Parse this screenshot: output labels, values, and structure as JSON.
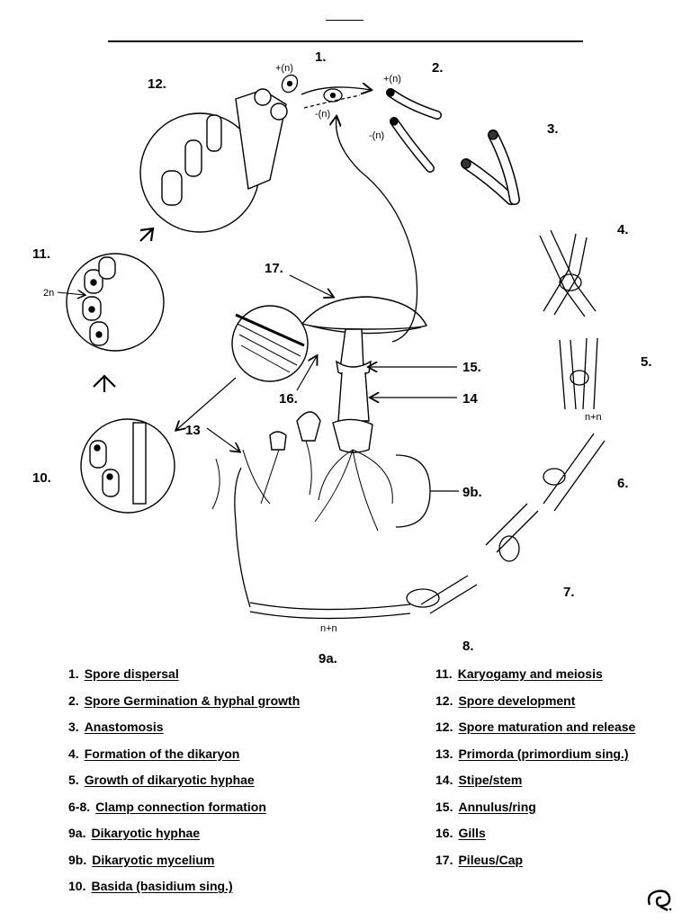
{
  "diagram": {
    "stage_labels": {
      "s1": "1.",
      "s2": "2.",
      "s3": "3.",
      "s4": "4.",
      "s5": "5.",
      "s6": "6.",
      "s7": "7.",
      "s8": "8.",
      "s9a": "9a.",
      "s9b": "9b.",
      "s10": "10.",
      "s11": "11.",
      "s12": "12.",
      "s13": "13",
      "s14": "14",
      "s15": "15.",
      "s16": "16.",
      "s17": "17."
    },
    "annotations": {
      "plus_n_1": "+(n)",
      "minus_n_1": "-(n)",
      "plus_n_2": "+(n)",
      "minus_n_2": "-(n)",
      "two_n": "2n",
      "n_plus_n_1": "n+n",
      "n_plus_n_2": "n+n"
    }
  },
  "legend": {
    "left": [
      {
        "num": "1.",
        "text": "Spore dispersal"
      },
      {
        "num": "2.",
        "text": "Spore Germination & hyphal growth"
      },
      {
        "num": "3.",
        "text": "Anastomosis"
      },
      {
        "num": "4.",
        "text": "Formation of the dikaryon"
      },
      {
        "num": "5.",
        "text": "Growth of dikaryotic hyphae"
      },
      {
        "num": "6-8.",
        "text": "Clamp connection formation"
      },
      {
        "num": "9a.",
        "text": "Dikaryotic hyphae"
      },
      {
        "num": "9b.",
        "text": "Dikaryotic mycelium"
      },
      {
        "num": "10.",
        "text": "Basida (basidium sing.)"
      }
    ],
    "right": [
      {
        "num": "11.",
        "text": "Karyogamy and meiosis"
      },
      {
        "num": "12.",
        "text": "Spore development"
      },
      {
        "num": "12.",
        "text": "Spore maturation and release"
      },
      {
        "num": "13.",
        "text": "Primorda (primordium sing.)"
      },
      {
        "num": "14.",
        "text": "Stipe/stem"
      },
      {
        "num": "15.",
        "text": "Annulus/ring"
      },
      {
        "num": "16.",
        "text": "Gills"
      },
      {
        "num": "17.",
        "text": "Pileus/Cap"
      }
    ]
  }
}
